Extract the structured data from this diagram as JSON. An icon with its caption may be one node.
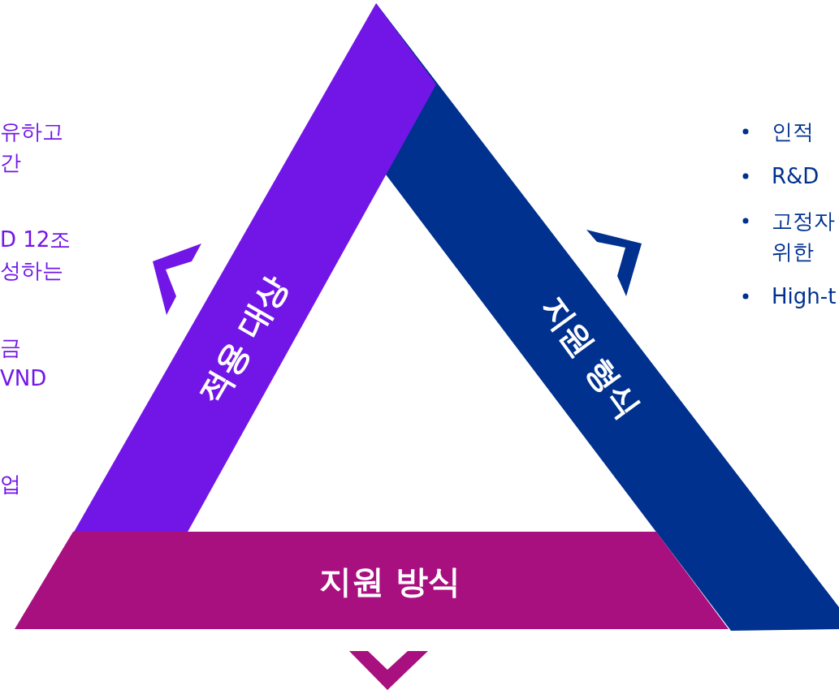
{
  "diagram": {
    "nodes": [
      {
        "text": [
          "적용 대상"
        ]
      },
      {
        "text": [
          "지원 형식"
        ]
      },
      {
        "text": [
          "지원 방식"
        ]
      }
    ],
    "labels": [
      "유하고 간",
      "D 12조 성하는",
      "금 VND",
      "업",
      "인적",
      "R&D",
      "고정자 위한",
      "High-t"
    ]
  }
}
